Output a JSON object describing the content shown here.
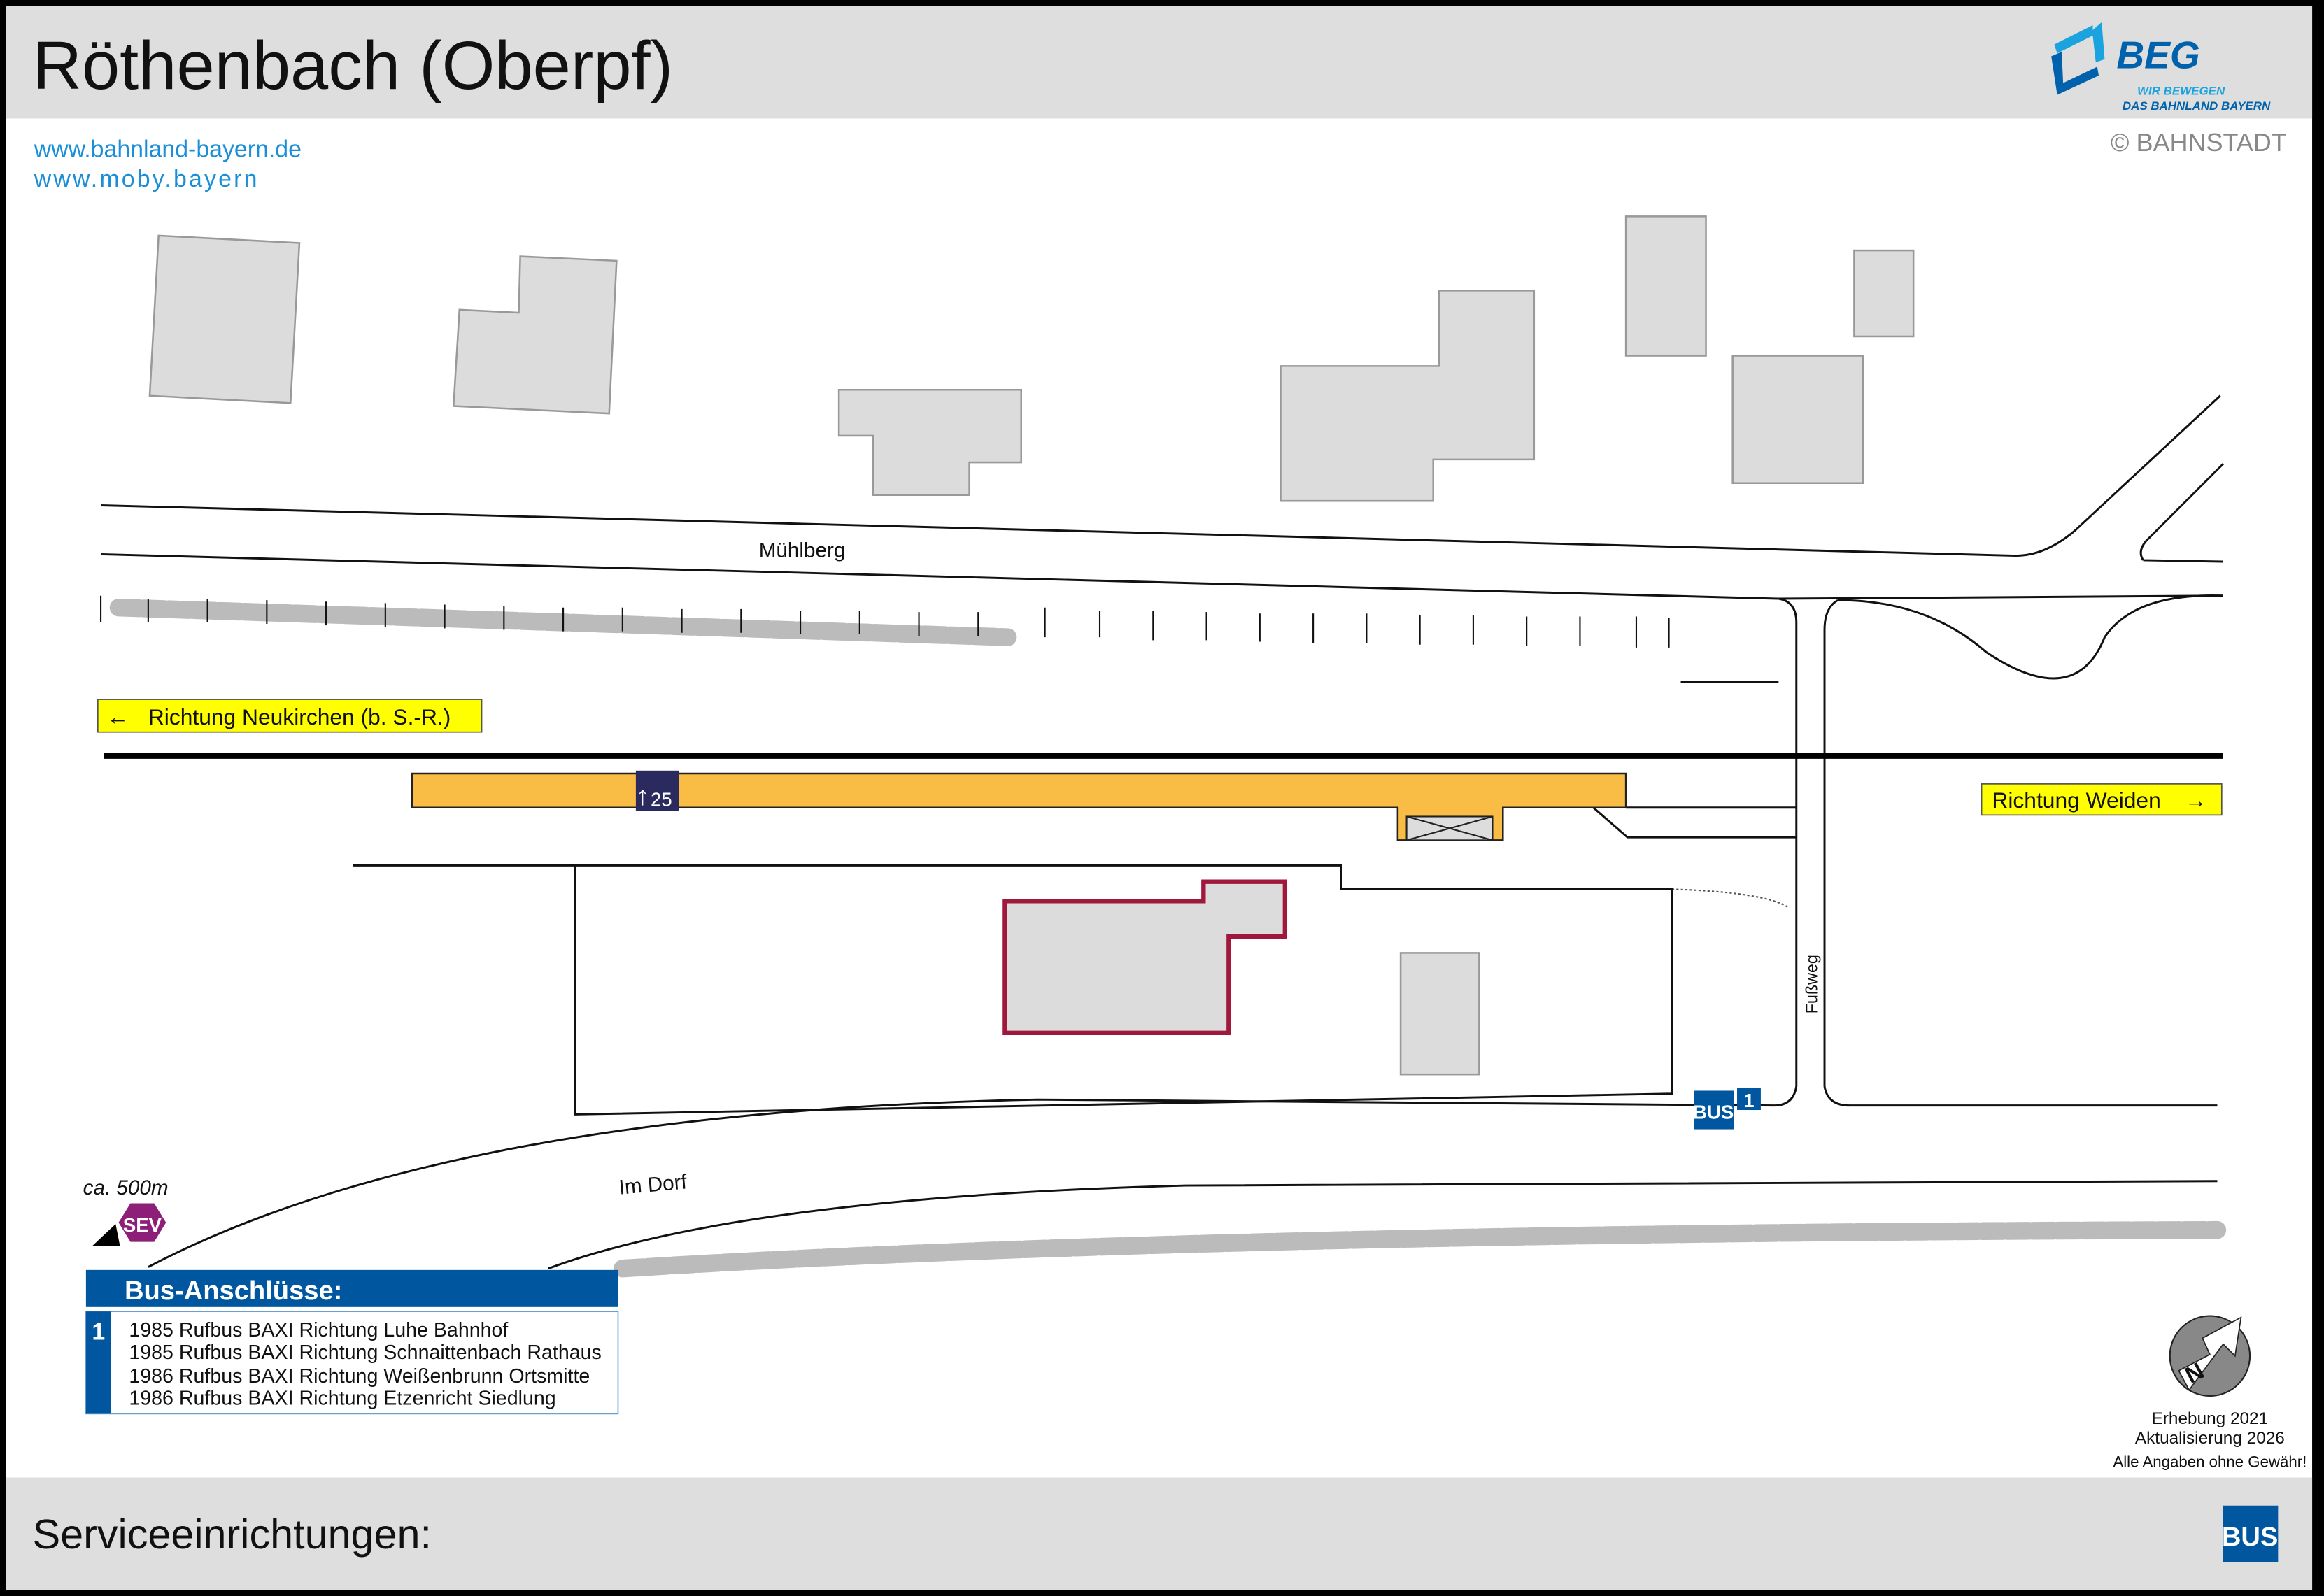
{
  "header": {
    "title": "Röthenbach (Oberpf)"
  },
  "links": [
    "www.bahnland-bayern.de",
    "www.moby.bayern"
  ],
  "logo": {
    "name": "BEG",
    "tagline1": "WIR BEWEGEN",
    "tagline2": "DAS BAHNLAND BAYERN",
    "copyright": "© BAHNSTADT"
  },
  "map": {
    "streets": {
      "muehlberg": "Mühlberg",
      "im_dorf": "Im Dorf",
      "fussweg": "Fußweg"
    },
    "direction_left": "Richtung Neukirchen (b. S.-R.)",
    "direction_right": "Richtung Weiden",
    "platform_sign": {
      "arrow": "↑",
      "number": "25"
    },
    "bus_stop": {
      "label": "BUS",
      "number": "1"
    },
    "sev": {
      "distance": "ca. 500m",
      "label": "SEV"
    }
  },
  "bus_connections": {
    "title": "Bus-Anschlüsse:",
    "stop_number": "1",
    "lines": [
      "1985 Rufbus BAXI Richtung Luhe Bahnhof",
      "1985 Rufbus BAXI Richtung Schnaittenbach Rathaus",
      "1986 Rufbus BAXI Richtung Weißenbrunn Ortsmitte",
      "1986 Rufbus BAXI Richtung Etzenricht Siedlung"
    ]
  },
  "info": {
    "survey": "Erhebung 2021",
    "update": "Aktualisierung 2026",
    "disclaimer": "Alle Angaben ohne Gewähr!",
    "north": "N"
  },
  "footer": {
    "title": "Serviceeinrichtungen:",
    "bus_icon_label": "BUS"
  },
  "colors": {
    "platform": "#f9bd45",
    "blue": "#0057a0",
    "sev": "#8e1f78",
    "yellow": "#ffff00",
    "station": "#a0183c"
  }
}
